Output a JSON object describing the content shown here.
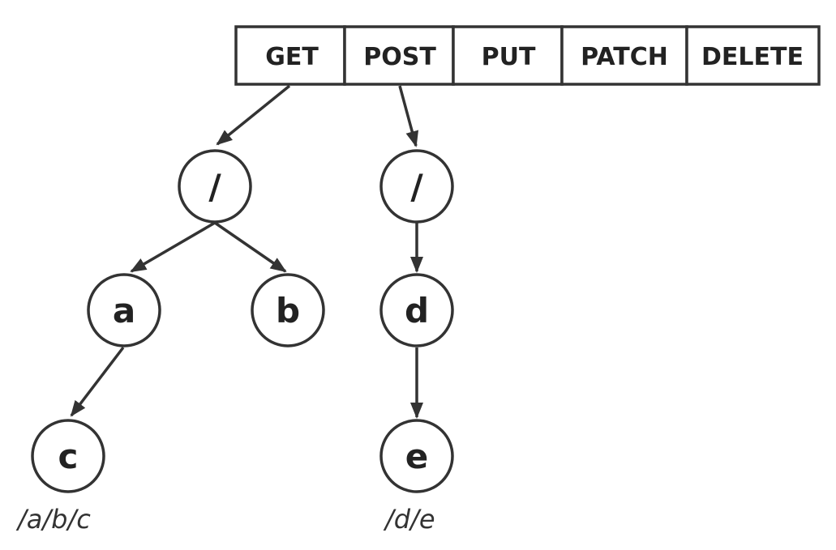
{
  "methods": [
    "GET",
    "POST",
    "PUT",
    "PATCH",
    "DELETE"
  ],
  "nodes": {
    "get_root": "/",
    "post_root": "/",
    "a": "a",
    "b": "b",
    "c": "c",
    "d": "d",
    "e": "e"
  },
  "paths": {
    "abc": "/a/b/c",
    "de": "/d/e"
  }
}
